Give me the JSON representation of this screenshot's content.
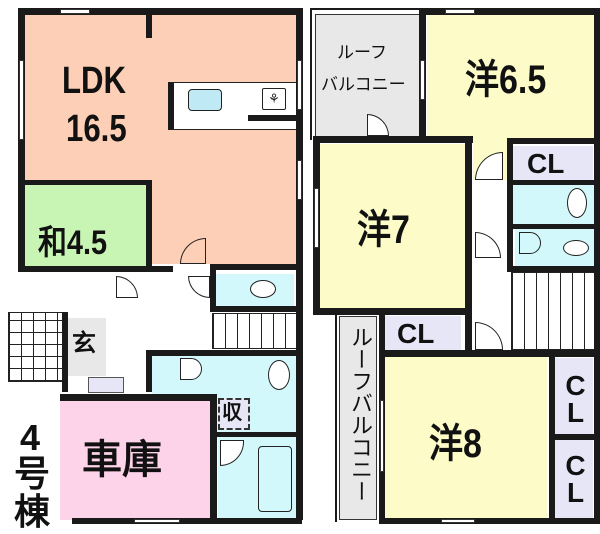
{
  "title": "4号棟",
  "building_label": [
    "4",
    "号",
    "棟"
  ],
  "colors": {
    "ldk": "#fdcfb6",
    "washitsu": "#c9f5b4",
    "western": "#fdfbc8",
    "garage": "#fcd3e8",
    "wet": "#d3f8fb",
    "closet": "#e6e6f6",
    "balcony": "#e8e8e8",
    "hall": "#ffffff",
    "wall": "#1a1a1a"
  },
  "floor1": {
    "ldk": {
      "name": "LDK",
      "size": "16.5"
    },
    "washitsu": {
      "label": "和4.5"
    },
    "entrance": {
      "label": "玄"
    },
    "storage": {
      "label": "収"
    },
    "garage": {
      "label": "車庫"
    }
  },
  "floor2": {
    "roof_balcony_top": {
      "line1": "ルーフ",
      "line2": "バルコニー"
    },
    "roof_balcony_side": {
      "label": "ルーフバルコニー"
    },
    "room_65": {
      "label": "洋6.5"
    },
    "room_7": {
      "label": "洋7"
    },
    "room_8": {
      "label": "洋8"
    },
    "closets": [
      "CL",
      "CL",
      "CL",
      "CL"
    ]
  }
}
